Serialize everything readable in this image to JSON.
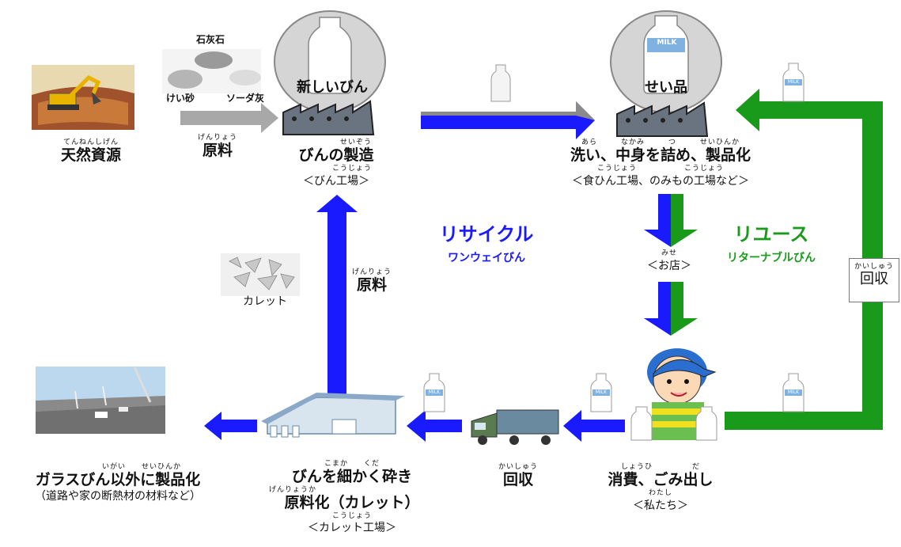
{
  "colors": {
    "recycle_blue": "#1a1aff",
    "reuse_green": "#1a9a1a",
    "gray_arrow": "#a8a8a8"
  },
  "raw_materials": {
    "limestone": "石灰石",
    "silica_sand": "けい砂",
    "soda_ash": "ソーダ灰"
  },
  "nodes": {
    "natural_resources": {
      "ruby": "てんねんしげん",
      "label": "天然資源"
    },
    "raw_material_top": {
      "ruby": "げんりょう",
      "label": "原料"
    },
    "new_bottle": {
      "label": "新しいびん"
    },
    "bottle_making": {
      "ruby": "せいぞう",
      "label": "びんの製造",
      "sub_ruby": "こうじょう",
      "sub": "＜びん工場＞"
    },
    "product": {
      "label": "せい品",
      "bottle_text": "MILK"
    },
    "wash_fill": {
      "ruby": "あら　　　なかみ　　　つ　　　せいひんか",
      "label": "洗い、中身を詰め、製品化",
      "sub_ruby": "こうじょう　　　　　　こうじょう",
      "sub": "＜食ひん工場、のみもの工場など＞"
    },
    "store": {
      "ruby": "みせ",
      "label": "＜お店＞"
    },
    "collection_right": {
      "ruby": "かいしゅう",
      "label": "回収"
    },
    "consumption": {
      "ruby": "しょうひ　　　　　だ",
      "label": "消費、ごみ出し",
      "sub_ruby": "わたし",
      "sub": "＜私たち＞"
    },
    "collection_bottom": {
      "ruby": "かいしゅう",
      "label": "回収"
    },
    "crush": {
      "ruby": "こまか　　くだ",
      "label": "びんを細かく砕き",
      "ruby2": "げんりょうか",
      "label2": "原料化（カレット）",
      "sub_ruby": "こうじょう",
      "sub": "＜カレット工場＞"
    },
    "cullet": {
      "label": "カレット"
    },
    "raw_material_mid": {
      "ruby": "げんりょう",
      "label": "原料"
    },
    "other_products": {
      "ruby": "いがい　　せいひんか",
      "label": "ガラスびん以外に製品化",
      "sub": "（道路や家の断熱材の材料など）"
    }
  },
  "recycle": {
    "title": "リサイクル",
    "subtitle": "ワンウェイびん"
  },
  "reuse": {
    "title": "リユース",
    "subtitle": "リターナブルびん"
  },
  "bottle_label": "MILK"
}
